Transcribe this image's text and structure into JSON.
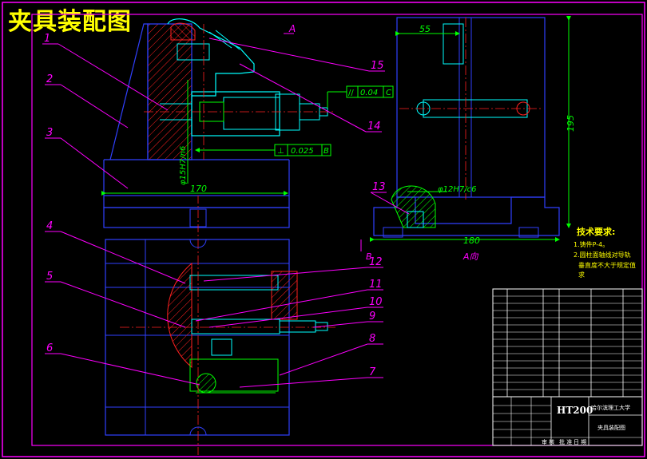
{
  "title": "夹具装配图",
  "colors": {
    "background": "#000000",
    "frame": "#ff00ff",
    "outline": "#3040ff",
    "hatch": "#ff2020",
    "dimension": "#00ff00",
    "leader": "#ff00ff",
    "centerline": "#ff2020",
    "bolt": "#00ffff",
    "note": "#ffff00",
    "title_text": "#ffff00"
  },
  "view_labels": {
    "view_marker": "A",
    "view_a_label": "A向",
    "section_marker": "B"
  },
  "dimensions": {
    "width_top": "170",
    "dia_vertical": "φ15H7/n6",
    "width_right": "55",
    "height_right": "195",
    "dia_pin": "φ12H7/c6",
    "width_bottom_right": "180"
  },
  "tolerances": [
    {
      "symbol": "//",
      "value": "0.04",
      "datum": "C"
    },
    {
      "symbol": "⊥",
      "value": "0.025",
      "datum": "B"
    }
  ],
  "part_labels": [
    "1",
    "2",
    "3",
    "4",
    "5",
    "6",
    "7",
    "8",
    "9",
    "10",
    "11",
    "12",
    "13",
    "14",
    "15"
  ],
  "technical_requirements": {
    "heading": "技术要求:",
    "items": [
      "1.铸件P-4。",
      "2.圆柱面轴线对导轨",
      "垂直度不大于规定值",
      "求"
    ]
  },
  "title_block": {
    "material": "HT200",
    "school": "哈尔滨理工大学",
    "drawing_name": "夹具装配图",
    "bottom_row": [
      "审 核",
      "批 准",
      "日 期"
    ]
  }
}
